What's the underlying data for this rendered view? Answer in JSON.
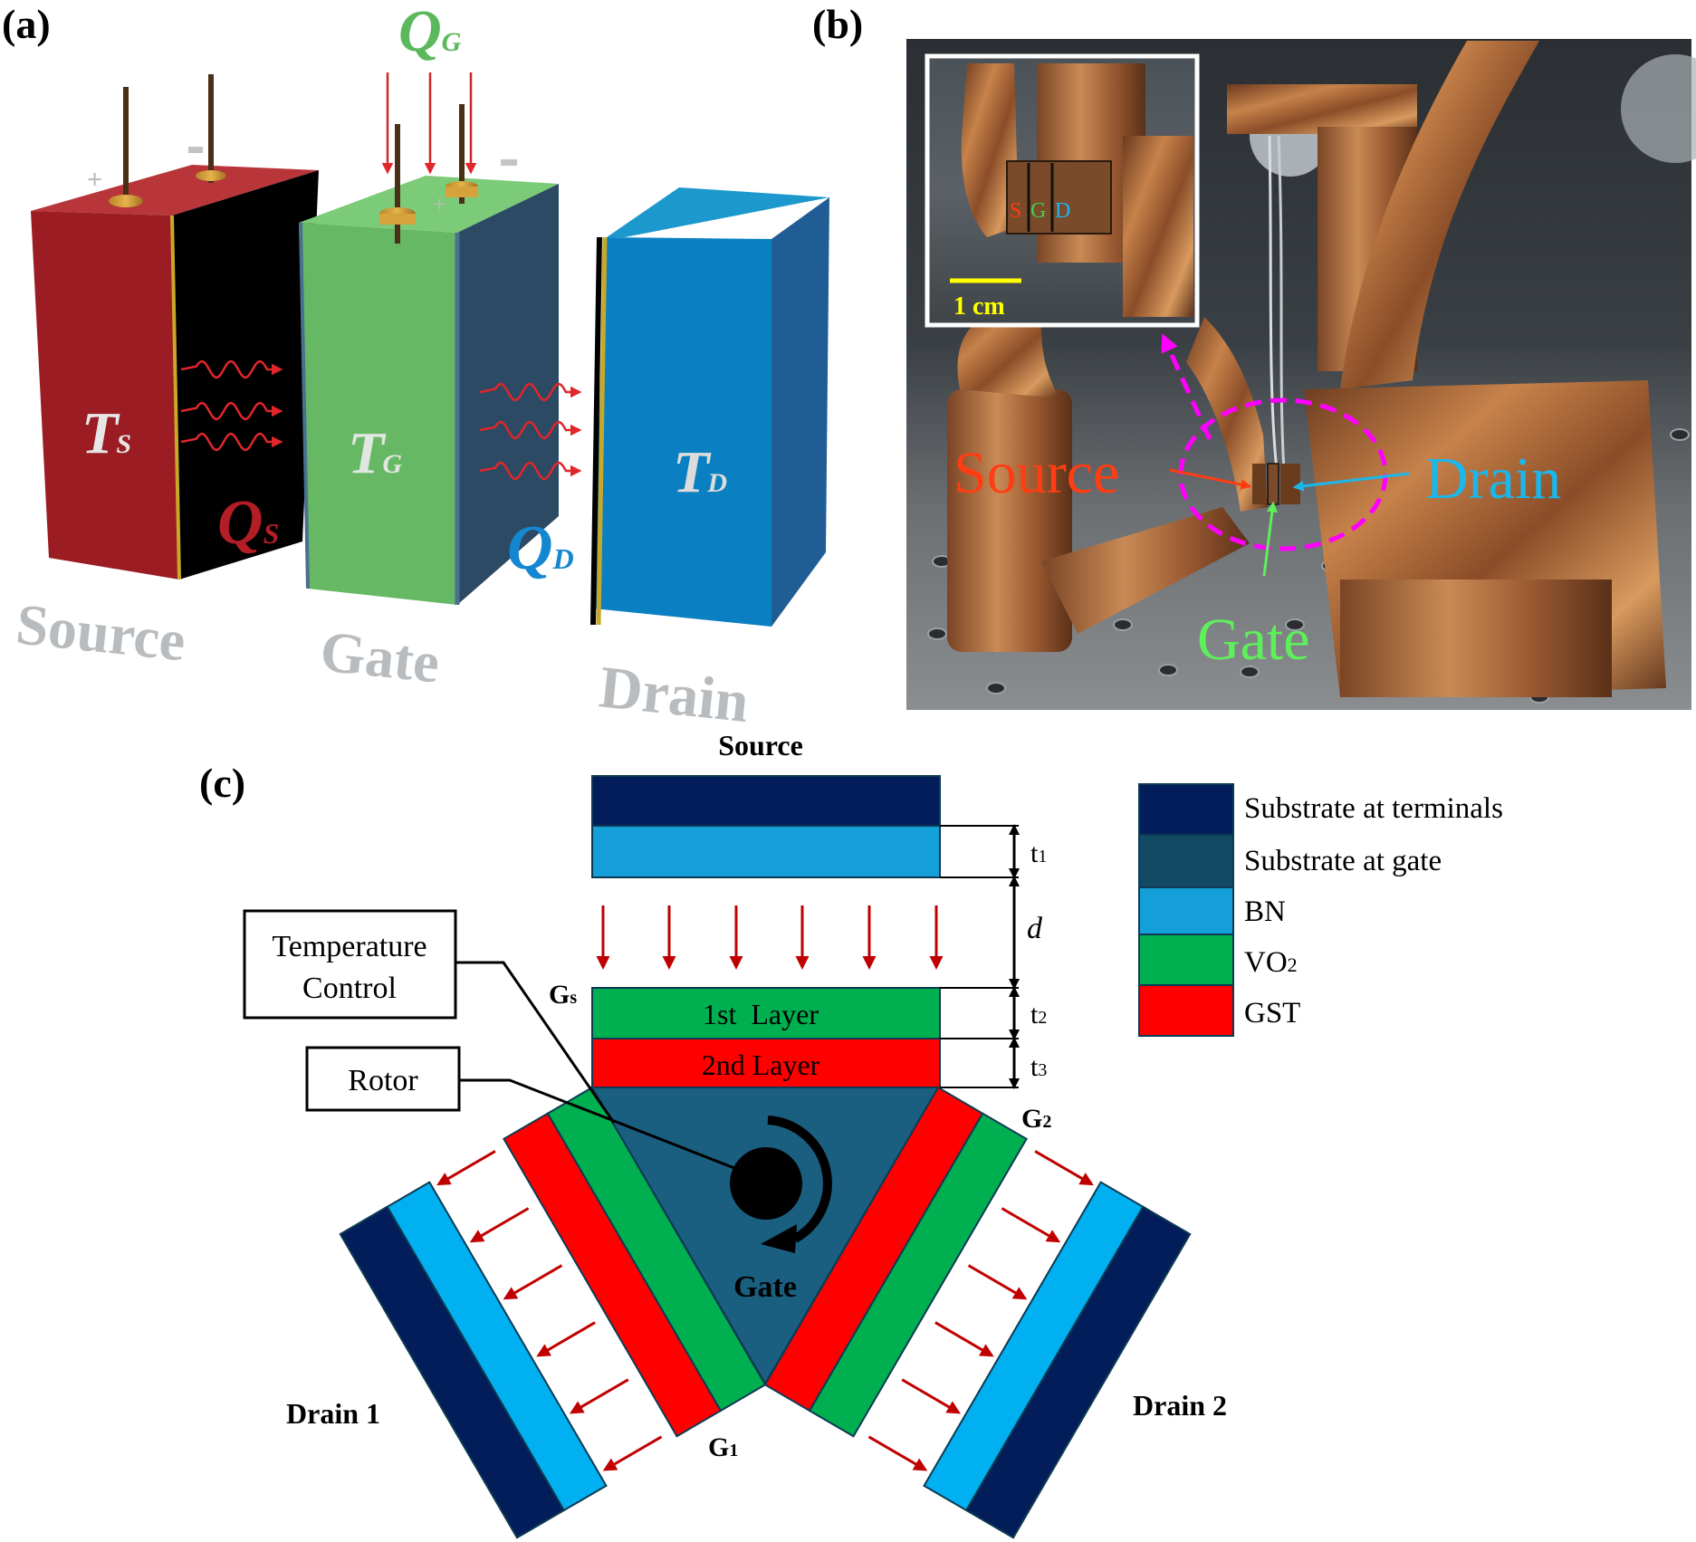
{
  "figure": {
    "panel_labels": {
      "a": "(a)",
      "b": "(b)",
      "c": "(c)"
    },
    "panel_a": {
      "terminals": [
        {
          "name": "Source",
          "temperature_symbol": "T",
          "temperature_subscript": "S",
          "face_color": "#9b1c22",
          "side_color": "#000000"
        },
        {
          "name": "Gate",
          "temperature_symbol": "T",
          "temperature_subscript": "G",
          "face_color": "#66b865",
          "side_color": "#2c4a63"
        },
        {
          "name": "Drain",
          "temperature_symbol": "T",
          "temperature_subscript": "D",
          "face_color": "#0a80c2",
          "side_color": "#1f5d94"
        }
      ],
      "heat_flows": [
        {
          "symbol": "Q",
          "subscript": "S",
          "color": "#b31d25"
        },
        {
          "symbol": "Q",
          "subscript": "G",
          "color": "#5cb85c"
        },
        {
          "symbol": "Q",
          "subscript": "D",
          "color": "#1487d0"
        }
      ],
      "polarity": {
        "plus": "+",
        "minus": "-"
      }
    },
    "panel_b": {
      "labels": [
        {
          "text": "Source",
          "color": "#ff3d12"
        },
        {
          "text": "Gate",
          "color": "#5ef05a"
        },
        {
          "text": "Drain",
          "color": "#1cb7ea"
        }
      ],
      "inset": {
        "letters": [
          {
            "text": "S",
            "color": "#ff3d12"
          },
          {
            "text": "G",
            "color": "#38d64a"
          },
          {
            "text": "D",
            "color": "#1cb7ea"
          }
        ],
        "scale_bar": "1 cm",
        "scale_bar_color": "#ffff00"
      },
      "highlight_color": "#ff00ff"
    },
    "panel_c": {
      "source_label": "Source",
      "gate_label": "Gate",
      "drain1_label": "Drain 1",
      "drain2_label": "Drain 2",
      "layer1_label": "1st  Layer",
      "layer2_label": "2nd Layer",
      "temperature_control_label": [
        "Temperature",
        "Control"
      ],
      "rotor_label": "Rotor",
      "gap_labels": {
        "gs": {
          "main": "G",
          "sub": "s"
        },
        "g1": {
          "main": "G",
          "sub": "1"
        },
        "g2": {
          "main": "G",
          "sub": "2"
        }
      },
      "dimensions": {
        "t1": {
          "main": "t",
          "sub": "1"
        },
        "d": {
          "main": "d"
        },
        "t2": {
          "main": "t",
          "sub": "2"
        },
        "t3": {
          "main": "t",
          "sub": "3"
        }
      },
      "legend": [
        {
          "label": "Substrate at terminals",
          "color": "#021d5a"
        },
        {
          "label": "Substrate at gate",
          "color": "#124a63"
        },
        {
          "label": "BN",
          "color": "#149fd8"
        },
        {
          "label": "VO",
          "label_sub": "2",
          "color": "#00b050"
        },
        {
          "label": "GST",
          "color": "#ff0000"
        }
      ],
      "colors": {
        "gate_body": "#1a5f80",
        "drain_bn": "#00b0f0",
        "heat_arrow": "#c00000"
      }
    }
  }
}
